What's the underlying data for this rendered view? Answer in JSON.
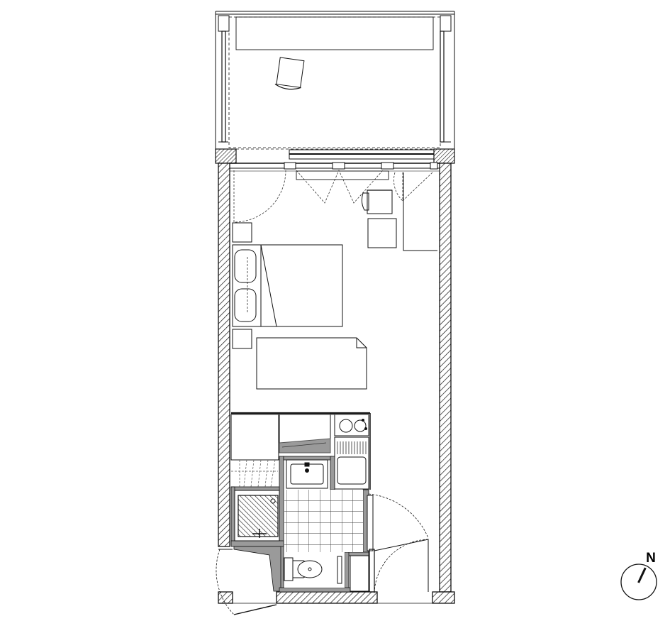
{
  "plan": {
    "type": "apartment-floor-plan",
    "rooms": [
      "balcony",
      "living-sleeping-room",
      "kitchenette",
      "bathroom",
      "entry"
    ],
    "furniture": [
      "double-bed",
      "bedside-table",
      "desk",
      "armchair",
      "balcony-chair",
      "side-table",
      "wardrobe"
    ],
    "fixtures": [
      "shower",
      "washbasin",
      "toilet",
      "hob",
      "sink",
      "fridge",
      "towel-rail"
    ]
  },
  "compass": {
    "label": "N",
    "bearing_deg": 25
  },
  "colors": {
    "line": "#111111",
    "light_line": "#444444",
    "gray_fill": "#9a9a9a",
    "hatch": "#111111"
  }
}
